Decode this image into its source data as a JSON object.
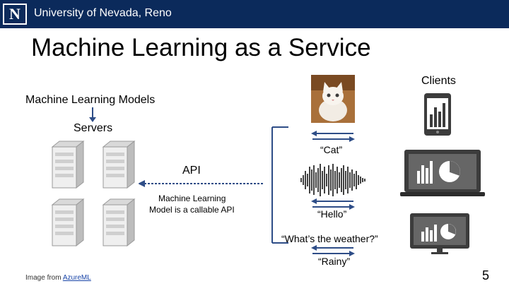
{
  "header": {
    "logo_letter": "N",
    "university": "University of Nevada, Reno"
  },
  "slide": {
    "title": "Machine Learning as a Service",
    "models_label": "Machine Learning Models",
    "servers_label": "Servers",
    "api_label": "API",
    "api_note_line1": "Machine Learning",
    "api_note_line2": "Model is a callable API",
    "clients_label": "Clients",
    "quote_cat": "“Cat”",
    "quote_hello": "“Hello”",
    "quote_weather": "“What’s the weather?”",
    "quote_rainy": "“Rainy”",
    "credit_prefix": "Image from ",
    "credit_link": "AzureML",
    "page_number": "5"
  },
  "icons": [
    "server-icon",
    "cat-photo",
    "sound-wave-icon",
    "tablet-icon",
    "laptop-icon",
    "monitor-icon"
  ],
  "colors": {
    "header": "#0b2a5b",
    "arrow": "#2e4d87",
    "device": "#3c3c3c"
  }
}
